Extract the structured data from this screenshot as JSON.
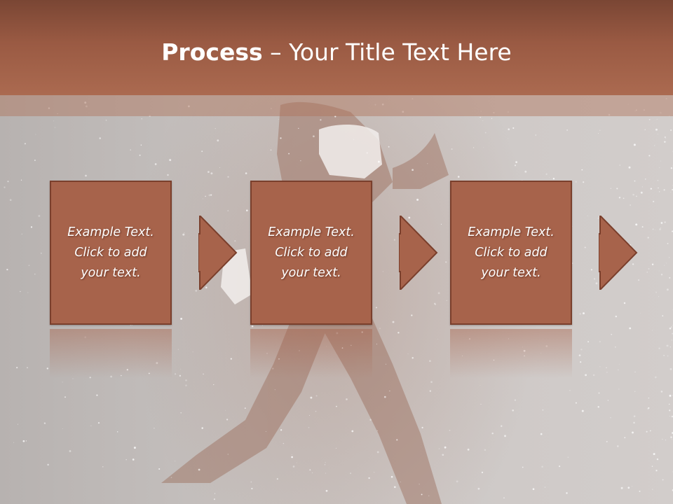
{
  "title": {
    "bold": "Process",
    "rest": " – Your Title Text Here"
  },
  "steps": [
    {
      "text": "Example Text.\nClick  to add\nyour text."
    },
    {
      "text": "Example Text.\nClick  to add\nyour text."
    },
    {
      "text": "Example Text.\nClick  to add\nyour text."
    }
  ],
  "colors": {
    "accent": "#a7634b",
    "title_bar": "#9a5a43",
    "text": "#ffffff"
  },
  "icons": [
    "arrow-right-icon"
  ]
}
